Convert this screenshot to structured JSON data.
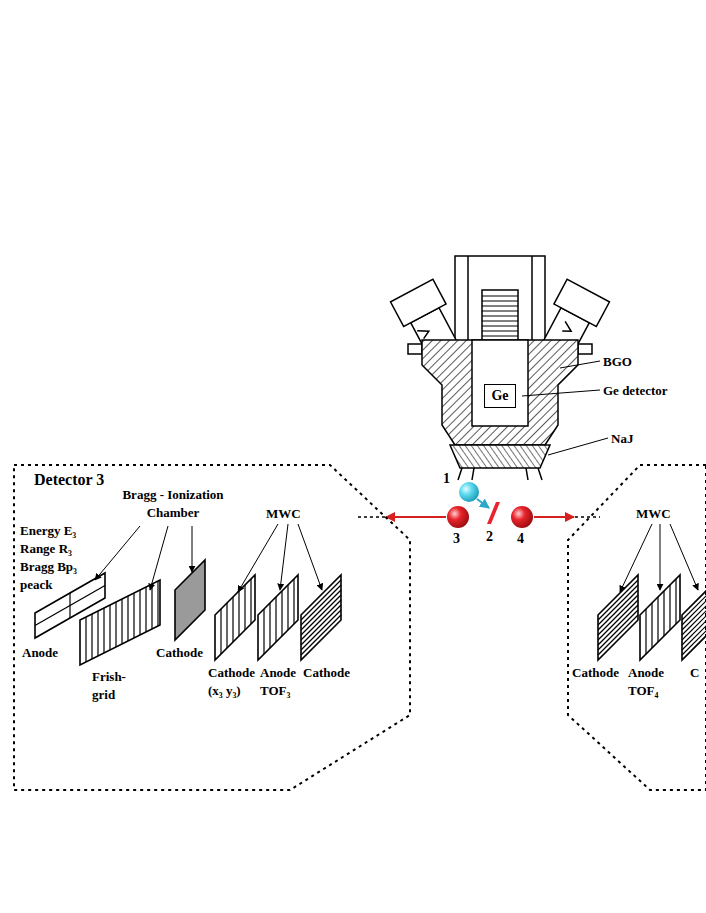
{
  "diagram": {
    "nodes": [
      {
        "text": [
          "Detector 3"
        ]
      },
      {
        "text": [
          "Ge"
        ]
      }
    ],
    "labels": [
      "Bragg - Ionization Chamber",
      "MWC",
      "Energy E₃",
      "Range R₃",
      "Bragg Bp₃ peack",
      "Anode",
      "Frish-grid",
      "Cathode",
      "Cathode (x₃ y₃)",
      "Anode TOF₃",
      "Cathode",
      "1",
      "3",
      "2",
      "4",
      "BGO",
      "Ge detector",
      "NaJ",
      "MWC",
      "Cathode",
      "Anode TOF₄",
      "C"
    ]
  }
}
